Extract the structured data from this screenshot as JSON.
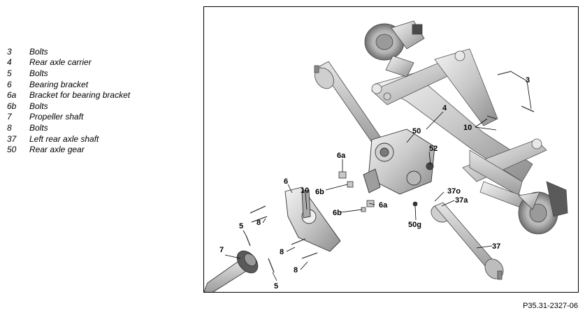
{
  "legend": [
    {
      "num": "3",
      "desc": "Bolts"
    },
    {
      "num": "4",
      "desc": "Rear axle carrier"
    },
    {
      "num": "5",
      "desc": "Bolts"
    },
    {
      "num": "6",
      "desc": "Bearing bracket"
    },
    {
      "num": "6a",
      "desc": "Bracket for bearing bracket"
    },
    {
      "num": "6b",
      "desc": "Bolts"
    },
    {
      "num": "7",
      "desc": "Propeller shaft"
    },
    {
      "num": "8",
      "desc": "Bolts"
    },
    {
      "num": "37",
      "desc": "Left rear axle shaft"
    },
    {
      "num": "50",
      "desc": "Rear axle gear"
    }
  ],
  "diagram": {
    "callouts": {
      "c3": "3",
      "c4": "4",
      "c10a": "10",
      "c50": "50",
      "c52": "52",
      "c6a_top": "6a",
      "c6b_top": "6b",
      "c6": "6",
      "c10b": "10",
      "c6a_bot": "6a",
      "c6b_bot": "6b",
      "c37o": "37o",
      "c37a": "37a",
      "c50g": "50g",
      "c5_top": "5",
      "c8_a": "8",
      "c8_b": "8",
      "c8_c": "8",
      "c7": "7",
      "c5_bot": "5",
      "c37": "37"
    }
  },
  "reference_code": "P35.31-2327-06"
}
